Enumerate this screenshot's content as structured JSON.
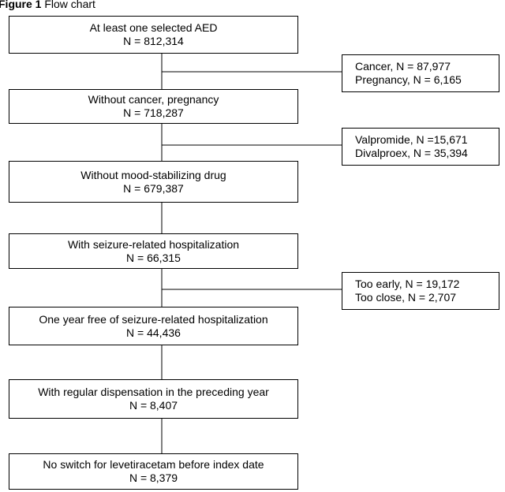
{
  "figure": {
    "label": "Figure 1",
    "title": "Flow chart"
  },
  "main_boxes": [
    {
      "label": "At least one selected AED",
      "count": "N = 812,314"
    },
    {
      "label": "Without cancer, pregnancy",
      "count": "N = 718,287"
    },
    {
      "label": "Without mood-stabilizing drug",
      "count": "N = 679,387"
    },
    {
      "label": "With seizure-related hospitalization",
      "count": "N = 66,315"
    },
    {
      "label": "One year free of seizure-related hospitalization",
      "count": "N = 44,436"
    },
    {
      "label": "With regular dispensation in the preceding year",
      "count": "N = 8,407"
    },
    {
      "label": "No switch for levetiracetam before index date",
      "count": "N = 8,379"
    }
  ],
  "exclusion_boxes": [
    {
      "line1": "Cancer, N = 87,977",
      "line2": "Pregnancy, N = 6,165"
    },
    {
      "line1": "Valpromide, N =15,671",
      "line2": "Divalproex, N = 35,394"
    },
    {
      "line1": "Too early, N = 19,172",
      "line2": "Too close, N = 2,707"
    }
  ]
}
